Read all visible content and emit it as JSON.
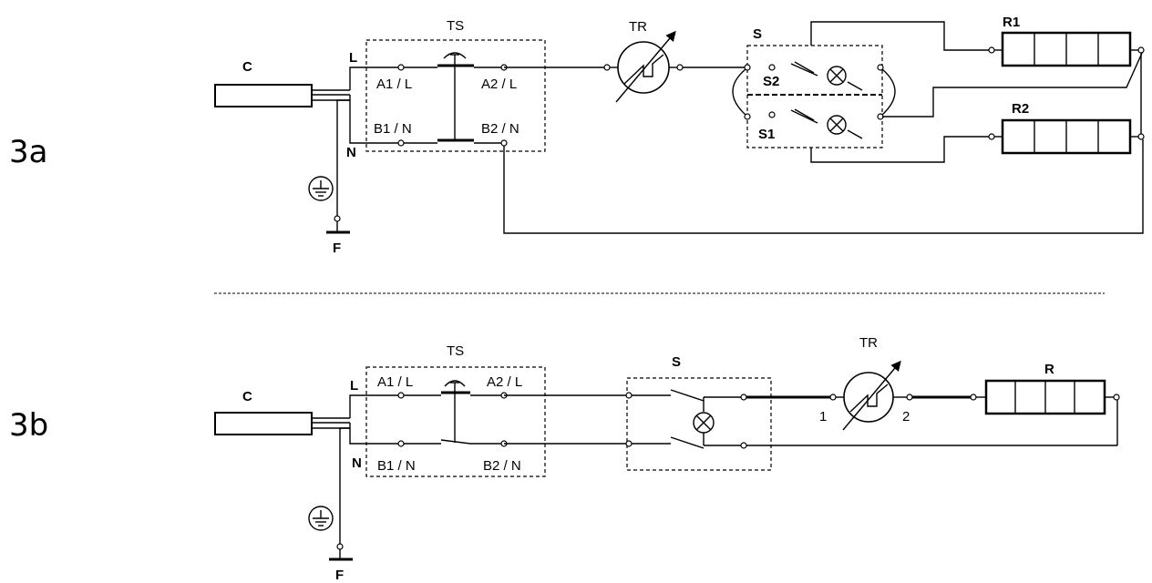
{
  "diagram_3a": {
    "tag": "3a",
    "labels": {
      "cable": "C",
      "line": "L",
      "neutral": "N",
      "ground": "F",
      "ts": "TS",
      "tr": "TR",
      "s": "S",
      "s1": "S1",
      "s2": "S2",
      "r1": "R1",
      "r2": "R2",
      "a1": "A1 / L",
      "a2": "A2 / L",
      "b1": "B1 / N",
      "b2": "B2 / N"
    }
  },
  "diagram_3b": {
    "tag": "3b",
    "labels": {
      "cable": "C",
      "line": "L",
      "neutral": "N",
      "ground": "F",
      "ts": "TS",
      "tr": "TR",
      "s": "S",
      "r": "R",
      "a1": "A1 / L",
      "a2": "A2 / L",
      "b1": "B1 / N",
      "b2": "B2 / N",
      "tr_term1": "1",
      "tr_term2": "2"
    }
  }
}
